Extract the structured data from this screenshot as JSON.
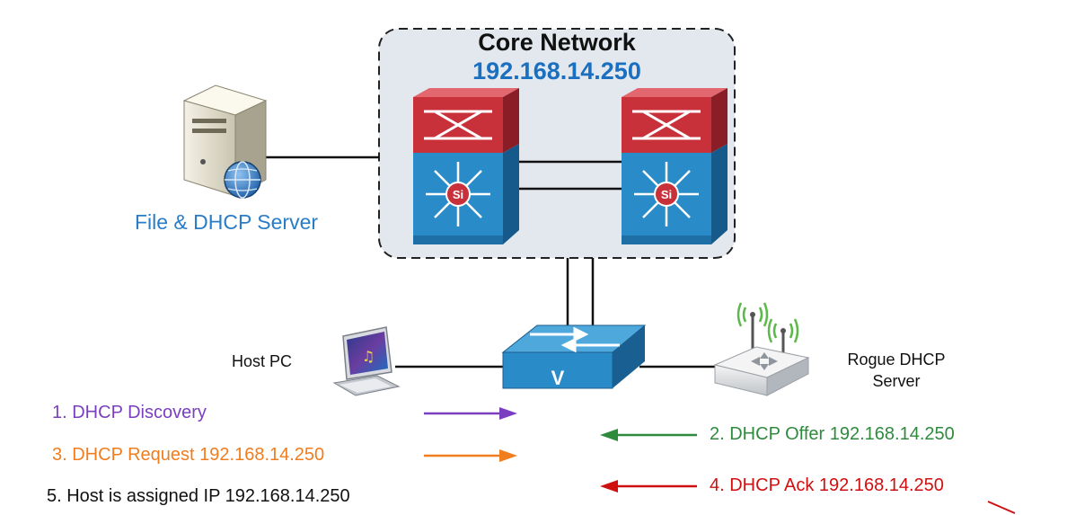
{
  "core_network": {
    "title": "Core Network",
    "ip": "192.168.14.250"
  },
  "nodes": {
    "file_dhcp_server": "File & DHCP Server",
    "host_pc": "Host PC",
    "rogue_dhcp_server": "Rogue DHCP Server",
    "access_switch_label": "V",
    "core_switch_label": "Si"
  },
  "steps": [
    {
      "text": "1. DHCP Discovery",
      "color": "#7a3fbf",
      "direction": "right"
    },
    {
      "text": "2. DHCP Offer 192.168.14.250",
      "color": "#2e8b3e",
      "direction": "left"
    },
    {
      "text": "3. DHCP Request 192.168.14.250",
      "color": "#f07d1e",
      "direction": "right"
    },
    {
      "text": "4. DHCP Ack 192.168.14.250",
      "color": "#d01010",
      "direction": "left"
    },
    {
      "text": "5. Host is assigned IP 192.168.14.250",
      "color": "#111111",
      "direction": "none"
    }
  ],
  "colors": {
    "core_bg": "#e3e8ef",
    "switch_red": "#c8303a",
    "switch_blue": "#2a8bc9",
    "text_blue": "#1a6fc0"
  },
  "icons": [
    "server-icon",
    "globe-icon",
    "core-switch-icon",
    "access-switch-icon",
    "pc-icon",
    "wireless-router-icon"
  ]
}
